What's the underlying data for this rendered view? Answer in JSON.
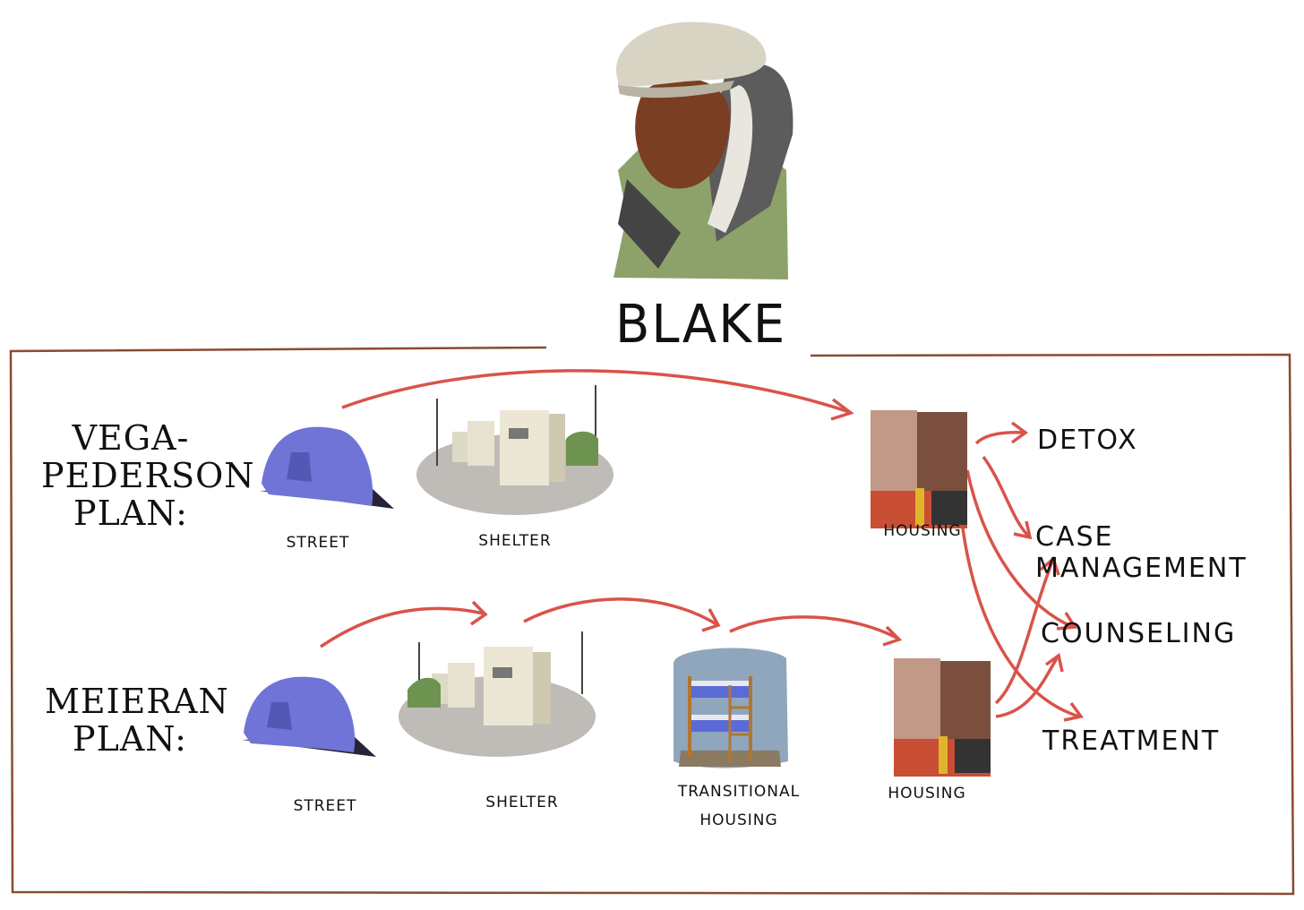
{
  "title": "BLAKE",
  "plans": [
    {
      "label_lines": [
        "VEGA-",
        "PEDERSON",
        "PLAN:"
      ],
      "steps": [
        "STREET",
        "SHELTER",
        "HOUSING"
      ]
    },
    {
      "label_lines": [
        "MEIERAN",
        "PLAN:"
      ],
      "steps": [
        "STREET",
        "SHELTER",
        "TRANSITIONAL",
        "HOUSING",
        "HOUSING"
      ]
    }
  ],
  "services": [
    "DETOX",
    "CASE MANAGEMENT",
    "COUNSELING",
    "TREATMENT"
  ],
  "colors": {
    "arrow": "#d9534a",
    "frame": "#8b4a32",
    "tent": "#6f74d6",
    "building": "#b47a64"
  }
}
